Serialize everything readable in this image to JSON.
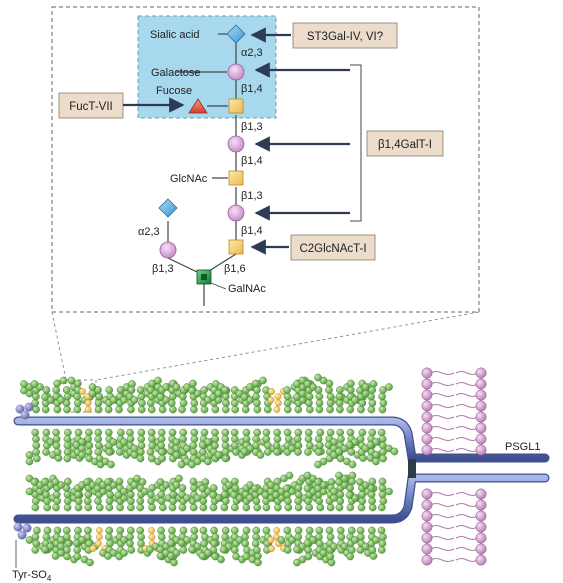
{
  "glycan": {
    "sialic_acid": "Sialic acid",
    "galactose": "Galactose",
    "fucose": "Fucose",
    "glcnac": "GlcNAc",
    "galnac": "GalNAc",
    "linkages": {
      "a23_top": "α2,3",
      "b14_a": "β1,4",
      "b13_a": "β1,3",
      "b14_b": "β1,4",
      "b13_b": "β1,3",
      "b14_c": "β1,4",
      "a23_left": "α2,3",
      "b13_left": "β1,3",
      "b16": "β1,6"
    }
  },
  "enzymes": {
    "st3gal": "ST3Gal-IV, VI?",
    "fuct": "FucT-VII",
    "b14galt": "β1,4GalT-I",
    "c2glcnact": "C2GlcNAcT-I"
  },
  "molecule": {
    "psgl1": "PSGL1",
    "tyr_so4": "Tyr-SO",
    "tyr_so4_sub": "4"
  },
  "colors": {
    "sialic": "#5aaee0",
    "galactose": "#d9a6d9",
    "glcnac": "#f7d27a",
    "fucose": "#e0553a",
    "galnac": "#2a9a4a",
    "highlight": "#a8d8ee",
    "enzyme_box": "#ecdccb",
    "backbone": "#7d8fc6",
    "glycan_bead": "#77b85a",
    "membrane_bead": "#c98fc4"
  }
}
